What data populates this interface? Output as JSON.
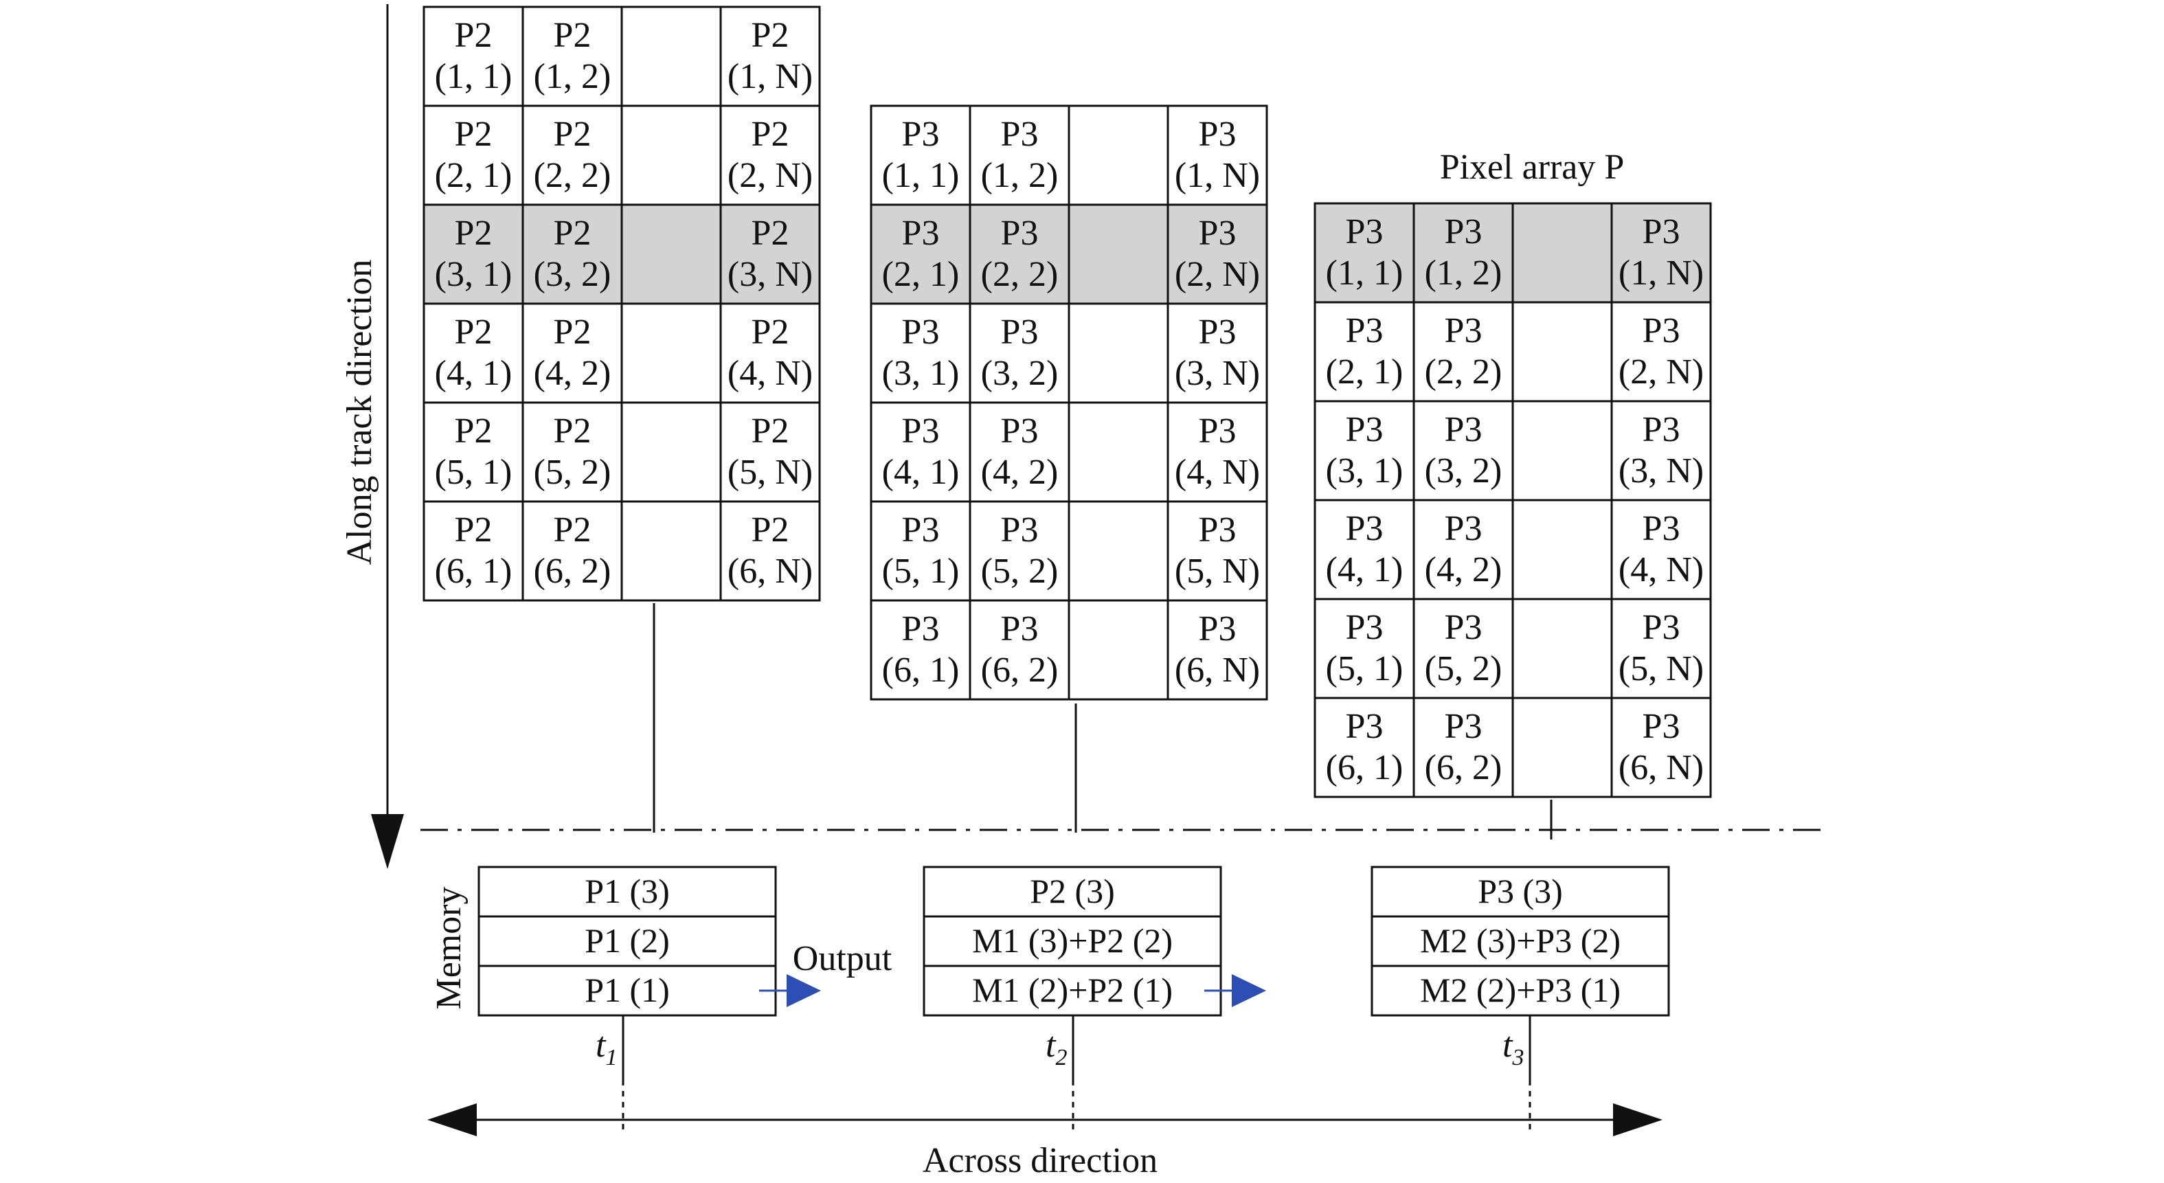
{
  "arrays": [
    {
      "prefix": "P2",
      "rows": [
        "1",
        "2",
        "3",
        "4",
        "5",
        "6"
      ],
      "cols": [
        "1",
        "2",
        "",
        "N"
      ],
      "highlight_row": 3
    },
    {
      "prefix": "P3",
      "rows": [
        "1",
        "2",
        "3",
        "4",
        "5",
        "6"
      ],
      "cols": [
        "1",
        "2",
        "",
        "N"
      ],
      "highlight_row": 2
    },
    {
      "prefix": "P3",
      "rows": [
        "1",
        "2",
        "3",
        "4",
        "5",
        "6"
      ],
      "cols": [
        "1",
        "2",
        "",
        "N"
      ],
      "highlight_row": 1
    }
  ],
  "pixel_array_label": "Pixel array  P",
  "along_track_label": "Along track direction",
  "memory_label": "Memory",
  "output_label": "Output",
  "across_label": "Across direction",
  "memory_blocks": [
    {
      "rows": [
        "P1 (3)",
        "P1 (2)",
        "P1 (1)"
      ],
      "time": "t",
      "time_sub": "1",
      "output_arrow": true
    },
    {
      "rows": [
        "P2 (3)",
        "M1 (3)+P2 (2)",
        "M1 (2)+P2 (1)"
      ],
      "time": "t",
      "time_sub": "2",
      "output_arrow": true
    },
    {
      "rows": [
        "P3 (3)",
        "M2 (3)+P3 (2)",
        "M2 (2)+P3 (1)"
      ],
      "time": "t",
      "time_sub": "3",
      "output_arrow": false
    }
  ],
  "colors": {
    "line": "#111111",
    "highlight": "#d3d3d3",
    "arrow_blue": "#2d4fb5",
    "background": "#ffffff"
  }
}
